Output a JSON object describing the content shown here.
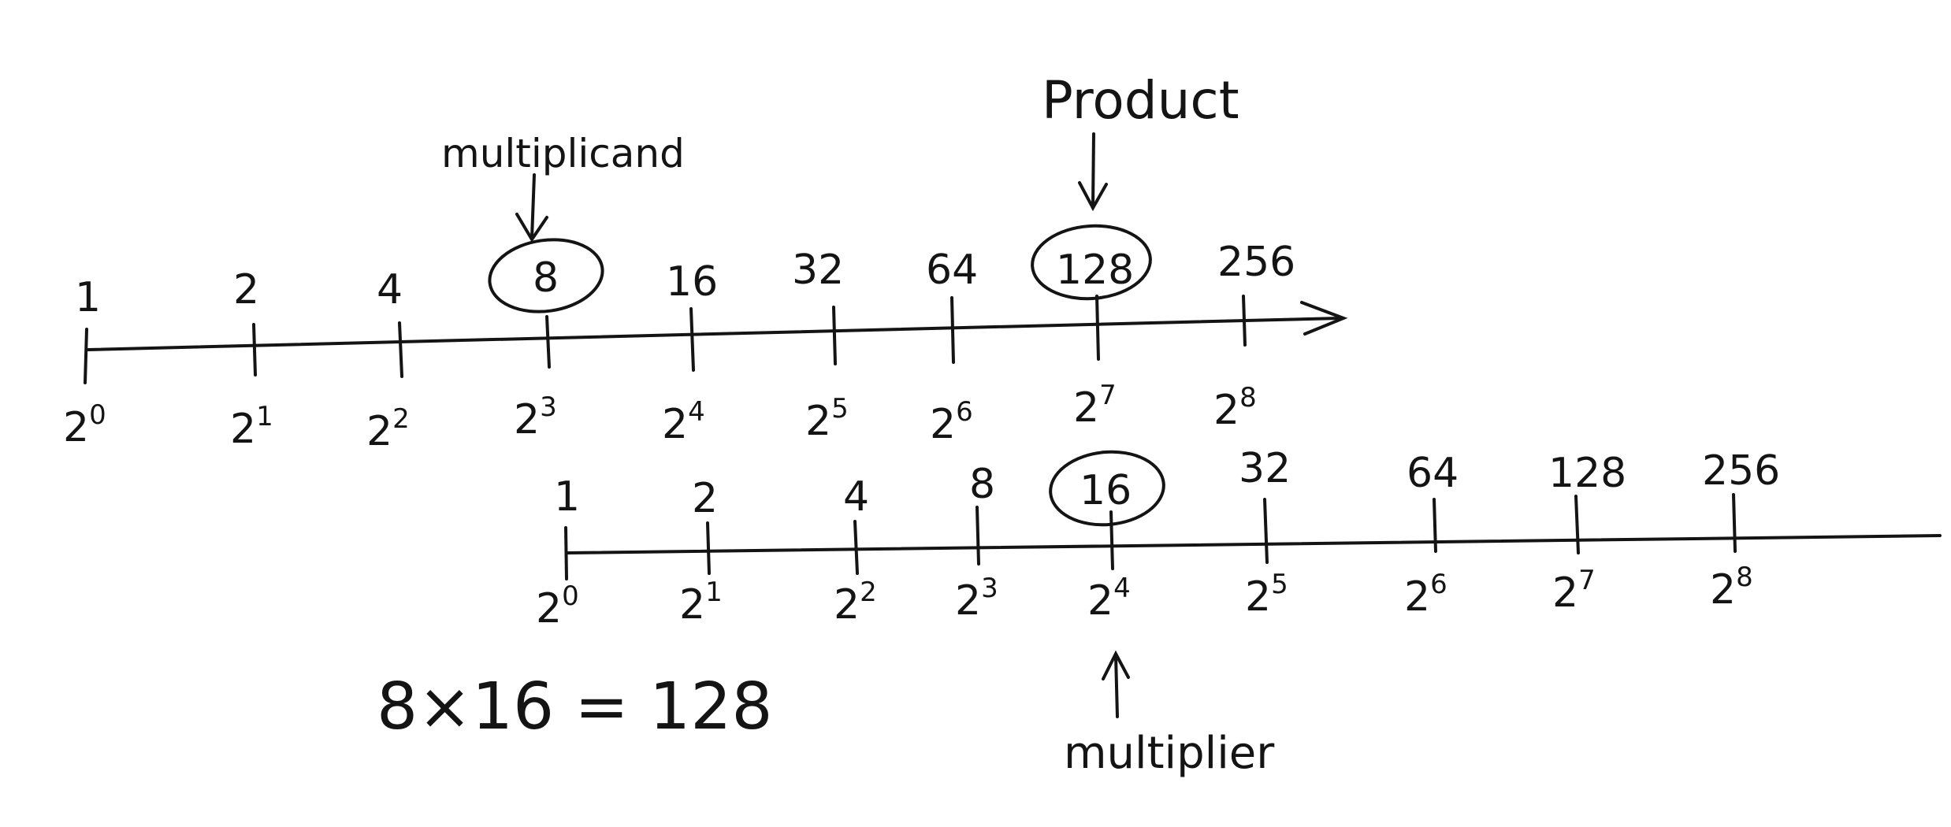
{
  "annotations": {
    "product_label": "Product",
    "multiplicand_label": "multiplicand",
    "multiplier_label": "multiplier",
    "equation": "8×16 = 128"
  },
  "top_scale": {
    "values": [
      "1",
      "2",
      "4",
      "8",
      "16",
      "32",
      "64",
      "128",
      "256"
    ],
    "exponents": [
      {
        "base": "2",
        "exp": "0"
      },
      {
        "base": "2",
        "exp": "1"
      },
      {
        "base": "2",
        "exp": "2"
      },
      {
        "base": "2",
        "exp": "3"
      },
      {
        "base": "2",
        "exp": "4"
      },
      {
        "base": "2",
        "exp": "5"
      },
      {
        "base": "2",
        "exp": "6"
      },
      {
        "base": "2",
        "exp": "7"
      },
      {
        "base": "2",
        "exp": "8"
      }
    ]
  },
  "bottom_scale": {
    "values": [
      "1",
      "2",
      "4",
      "8",
      "16",
      "32",
      "64",
      "128",
      "256"
    ],
    "exponents": [
      {
        "base": "2",
        "exp": "0"
      },
      {
        "base": "2",
        "exp": "1"
      },
      {
        "base": "2",
        "exp": "2"
      },
      {
        "base": "2",
        "exp": "3"
      },
      {
        "base": "2",
        "exp": "4"
      },
      {
        "base": "2",
        "exp": "5"
      },
      {
        "base": "2",
        "exp": "6"
      },
      {
        "base": "2",
        "exp": "7"
      },
      {
        "base": "2",
        "exp": "8"
      }
    ]
  },
  "highlighted": {
    "multiplicand": "8",
    "multiplier": "16",
    "product": "128"
  },
  "colors": {
    "ink": "#141414",
    "paper": "#ffffff"
  }
}
